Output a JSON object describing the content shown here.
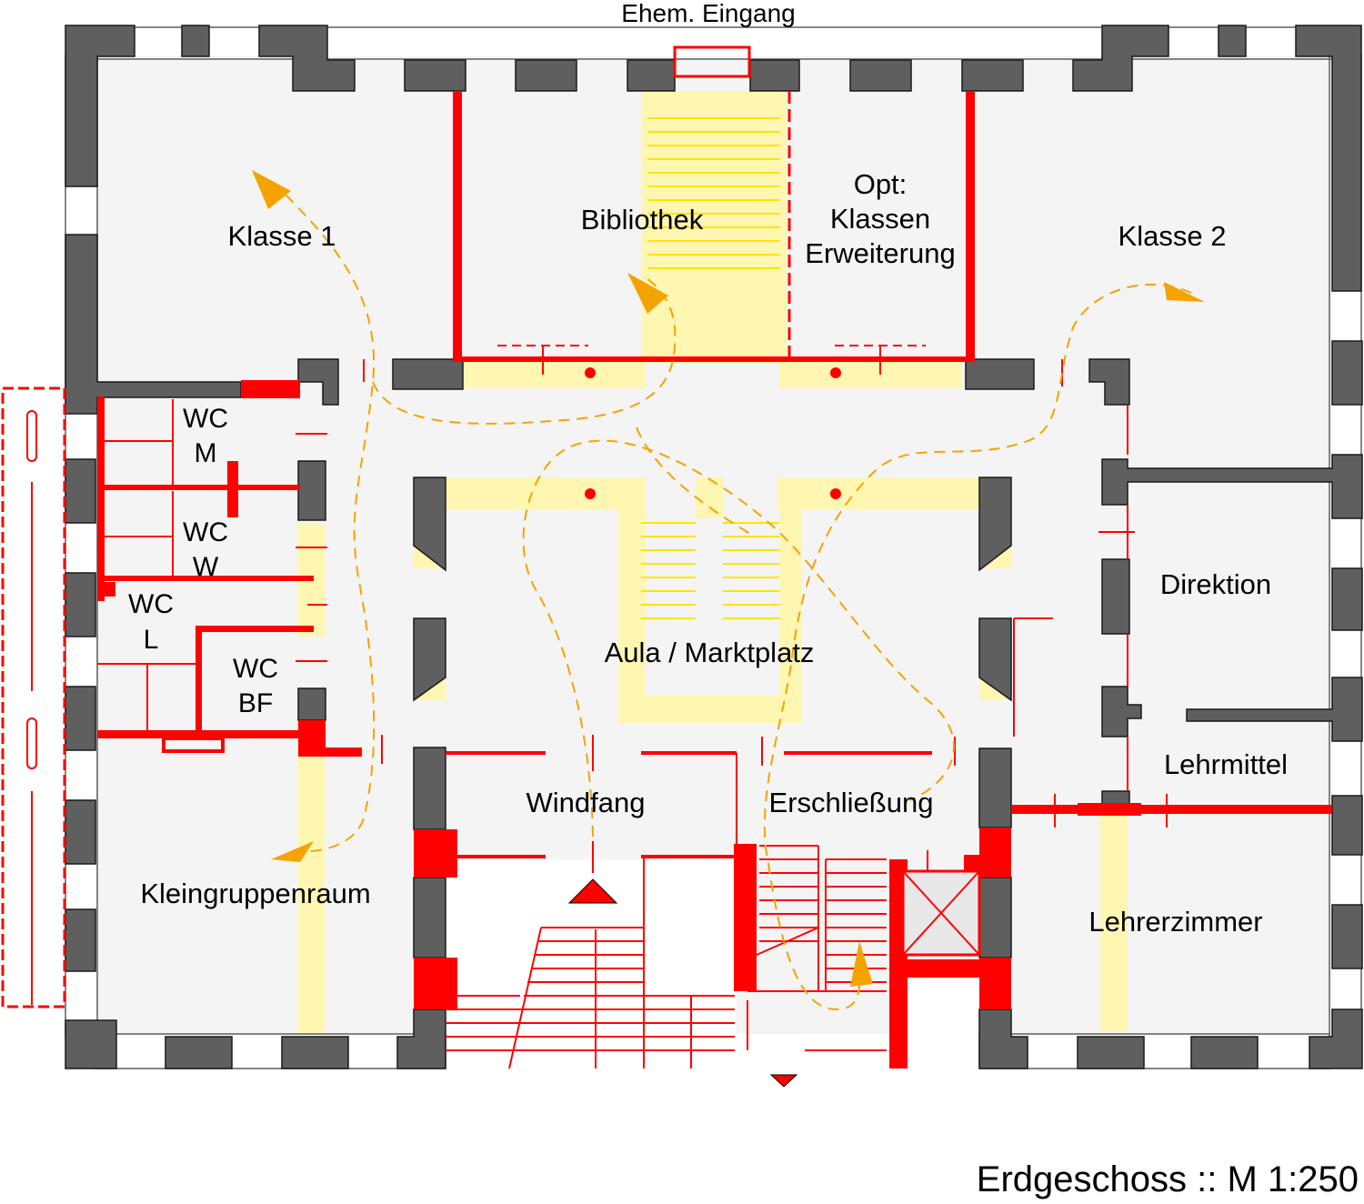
{
  "title": "Erdgeschoss :: M 1:250",
  "colors": {
    "wall": "#5f5f5f",
    "red": "#ff0000",
    "yellow": "#fff6b2",
    "arrow": "#f5a300",
    "floor": "#f4f4f4"
  },
  "labels": {
    "entrance_old": "Ehem. Eingang",
    "klasse1": "Klasse 1",
    "bibliothek": "Bibliothek",
    "opt_line1": "Opt:",
    "opt_line2": "Klassen",
    "opt_line3": "Erweiterung",
    "klasse2": "Klasse 2",
    "wc_m_1": "WC",
    "wc_m_2": "M",
    "wc_w_1": "WC",
    "wc_w_2": "W",
    "wc_l_1": "WC",
    "wc_l_2": "L",
    "wc_bf_1": "WC",
    "wc_bf_2": "BF",
    "aula": "Aula / Marktplatz",
    "direktion": "Direktion",
    "lehrmittel": "Lehrmittel",
    "windfang": "Windfang",
    "erschliessung": "Erschließung",
    "kleingruppen": "Kleingruppenraum",
    "lehrerzimmer": "Lehrerzimmer"
  }
}
